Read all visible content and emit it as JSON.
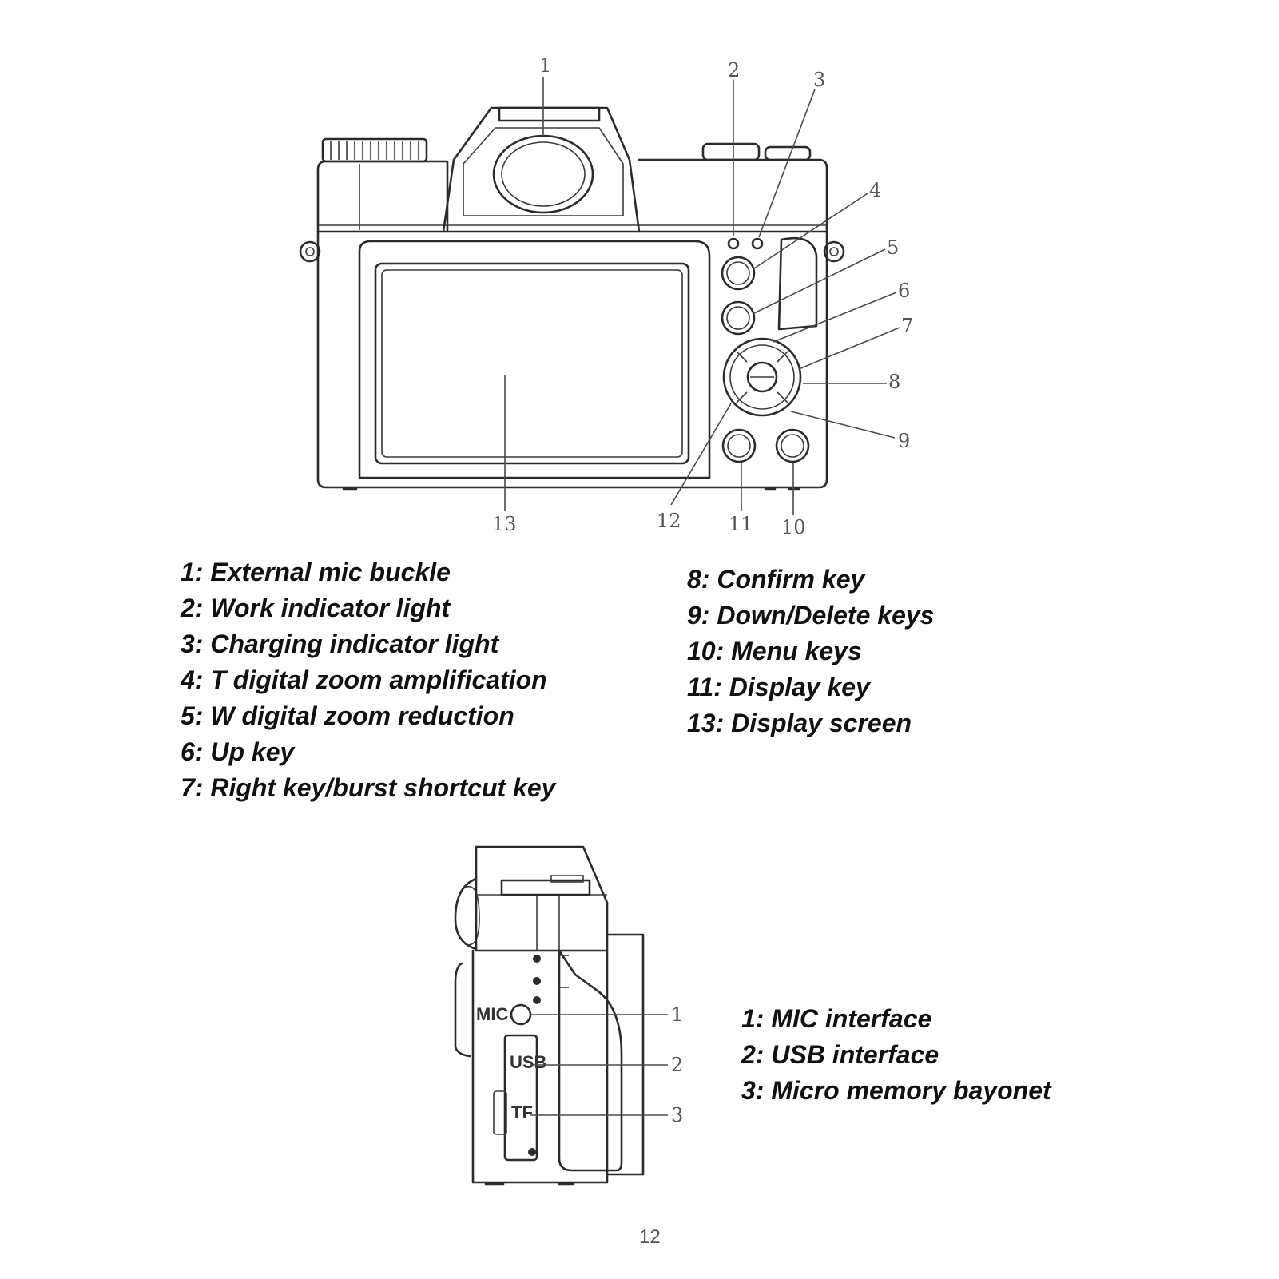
{
  "front_view": {
    "callouts": [
      "1",
      "2",
      "3",
      "4",
      "5",
      "6",
      "7",
      "8",
      "9",
      "10",
      "11",
      "12",
      "13"
    ],
    "legend_left": [
      "1: External mic buckle",
      "2: Work indicator light",
      "3: Charging indicator light",
      "4: T digital zoom amplification",
      "5: W digital zoom reduction",
      "6: Up key",
      "7: Right key/burst shortcut key"
    ],
    "legend_right": [
      "8: Confirm key",
      "9: Down/Delete keys",
      "10: Menu keys",
      "11: Display key",
      "13: Display screen"
    ]
  },
  "side_view": {
    "port_labels": [
      "MIC",
      "USB",
      "TF"
    ],
    "callouts": [
      "1",
      "2",
      "3"
    ],
    "legend": [
      "1: MIC interface",
      "2: USB interface",
      "3: Micro memory bayonet"
    ]
  },
  "page_number": "12"
}
